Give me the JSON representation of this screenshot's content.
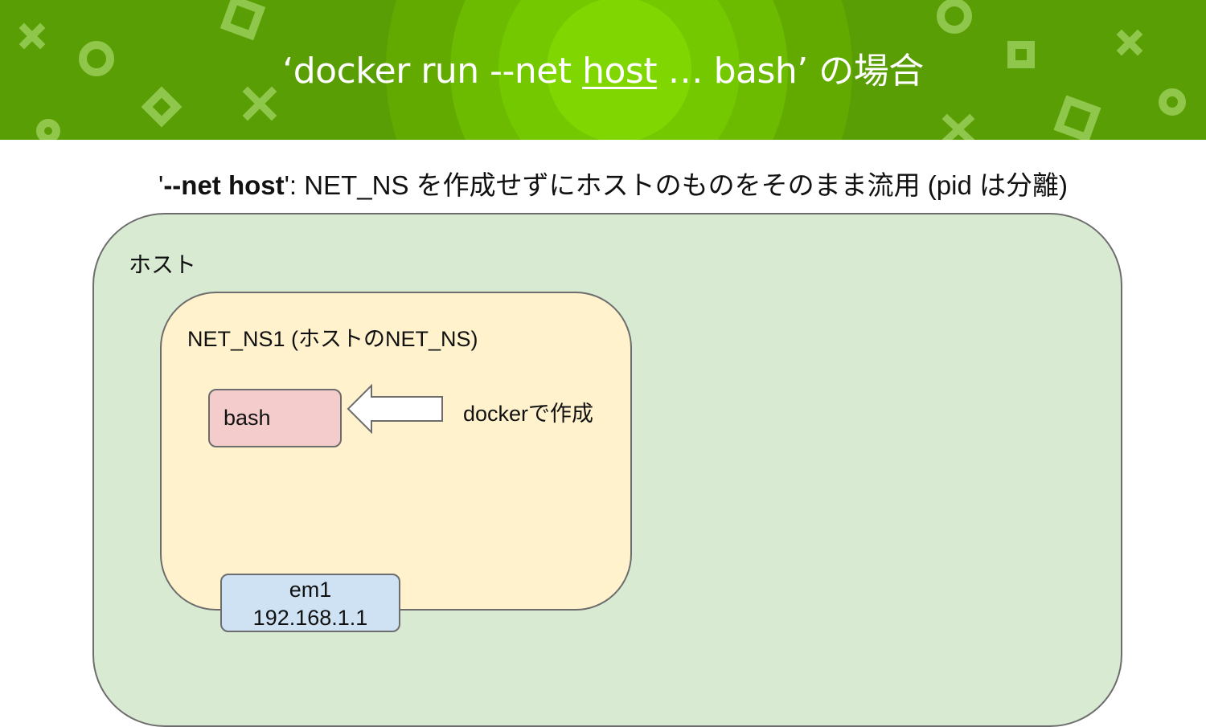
{
  "banner": {
    "title_prefix": "‘docker run --net ",
    "title_underlined": "host",
    "title_suffix": " … bash’ の場合",
    "colors": {
      "center": "#7fd600",
      "edge": "#5a9e06",
      "deco": "#a6d96a"
    }
  },
  "subtitle": {
    "quote_open": "'",
    "option": "--net host",
    "rest": "': NET_NS を作成せずにホストのものをそのまま流用 (pid は分離)"
  },
  "diagram": {
    "host_label": "ホスト",
    "netns_label": "NET_NS1 (ホストのNET_NS)",
    "process_label": "bash",
    "arrow_label": "dockerで作成",
    "interface_name": "em1",
    "interface_ip": "192.168.1.1",
    "colors": {
      "host": "#d9ead3",
      "netns": "#fff2cc",
      "process": "#f4cccc",
      "interface": "#cfe2f3",
      "border": "#6d6d6d"
    }
  }
}
